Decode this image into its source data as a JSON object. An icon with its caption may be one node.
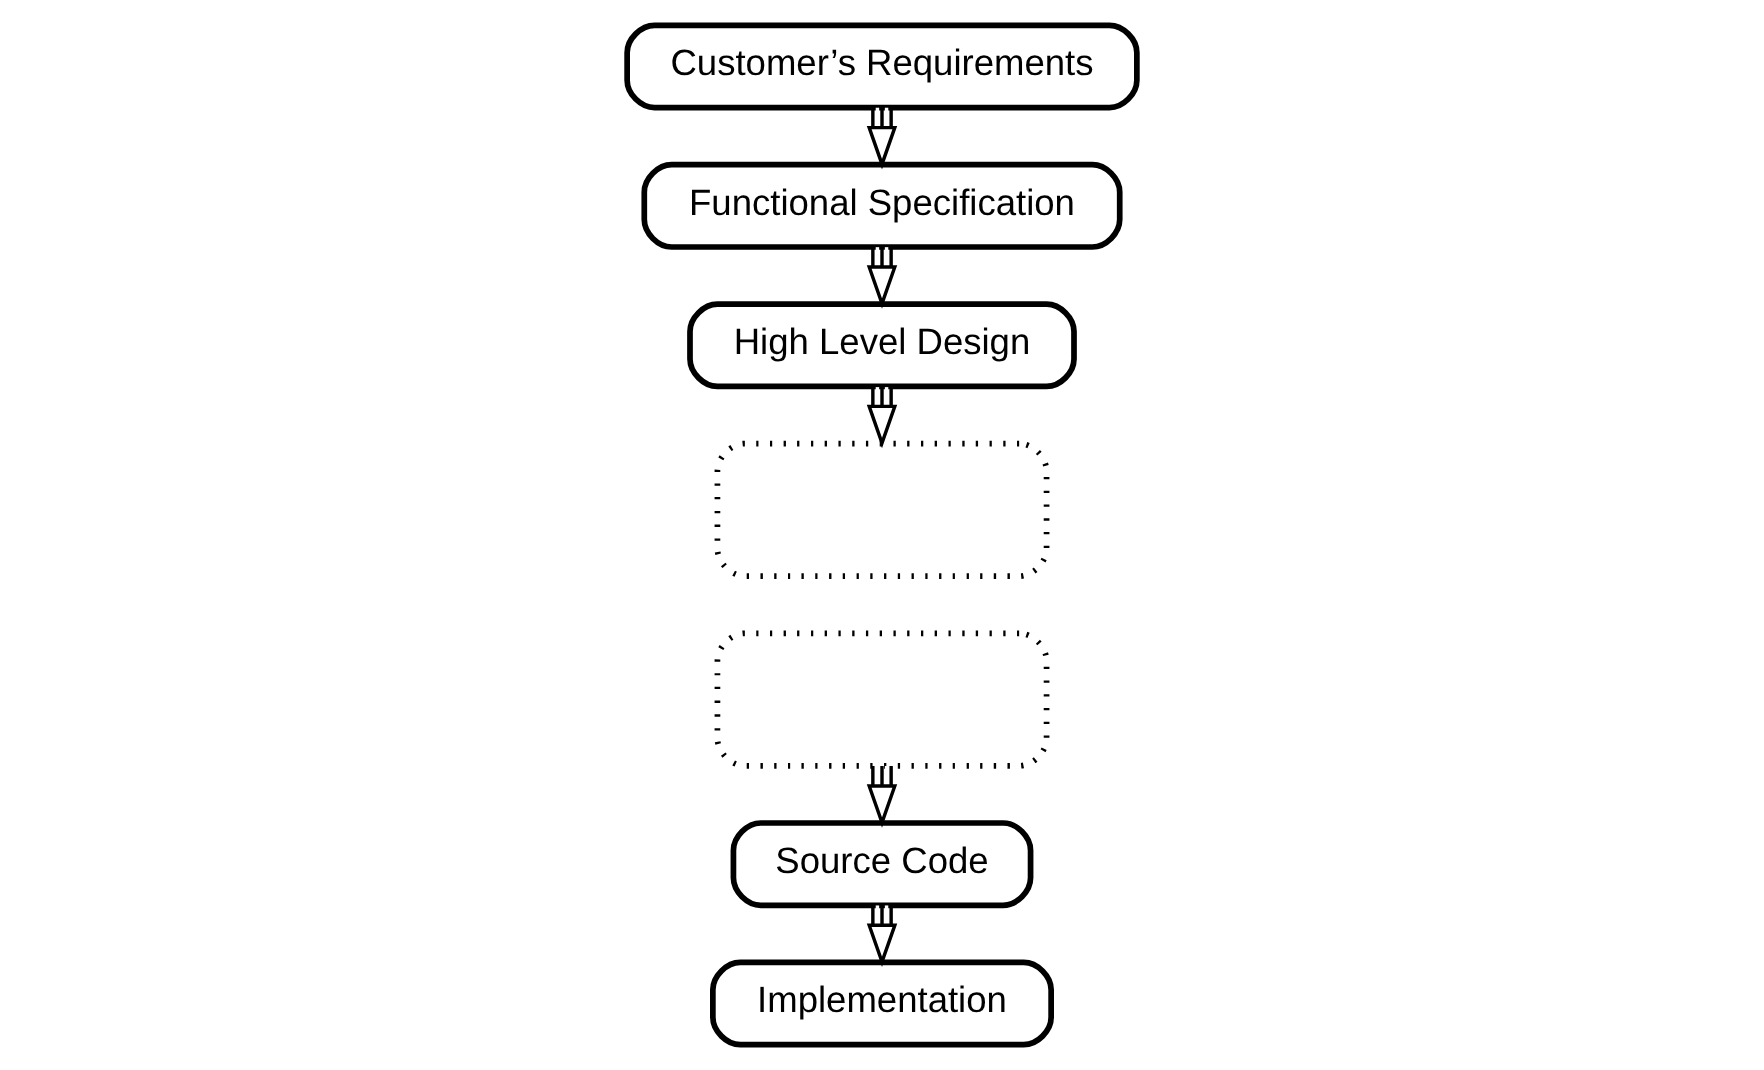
{
  "diagram": {
    "nodes": [
      {
        "text": [
          "Customer’s Requirements"
        ]
      },
      {
        "text": [
          "Functional Specification"
        ]
      },
      {
        "text": [
          "High Level Design"
        ]
      },
      {
        "text": [],
        "shape": "box"
      },
      {
        "text": [],
        "shape": "box"
      },
      {
        "text": [
          "Source Code"
        ]
      },
      {
        "text": [
          "Implementation"
        ]
      }
    ],
    "edges": [
      {
        "from": 0,
        "to": 1,
        "arrow": "to"
      },
      {
        "from": 1,
        "to": 2,
        "arrow": "to"
      },
      {
        "from": 2,
        "to": 3,
        "arrow": "to"
      },
      {
        "from": 4,
        "to": 5,
        "arrow": "to"
      },
      {
        "from": 5,
        "to": 6,
        "arrow": "to"
      }
    ]
  }
}
